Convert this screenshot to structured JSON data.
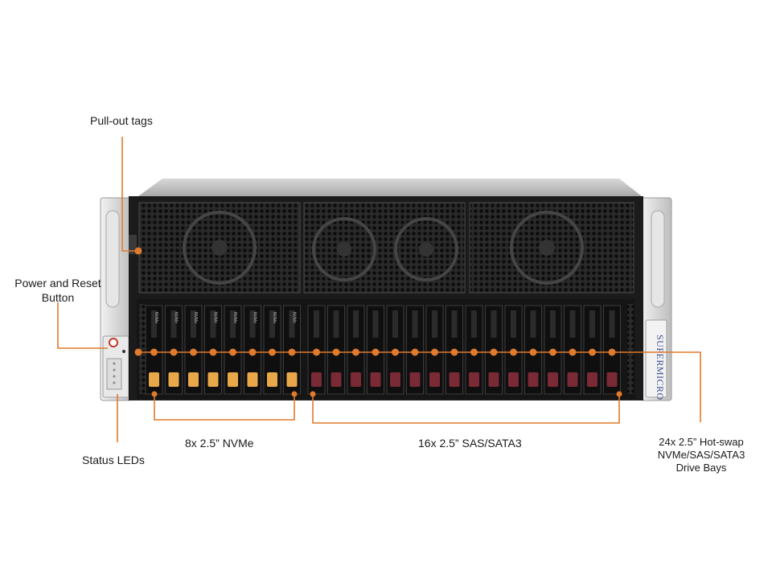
{
  "callouts": {
    "pull_out_tags": "Pull-out tags",
    "power_reset_line1": "Power and Reset",
    "power_reset_line2": "Button",
    "status_leds": "Status LEDs",
    "nvme_group": "8x 2.5” NVMe",
    "sas_group": "16x 2.5” SAS/SATA3",
    "bays_line1": "24x 2.5” Hot-swap",
    "bays_line2": "NVMe/SAS/SATA3",
    "bays_line3": "Drive Bays"
  },
  "server": {
    "brand_logo": "SUPERMICRO",
    "nvme_bay_label": "NVMe",
    "nvme_bay_count": 8,
    "sas_bay_count": 16
  },
  "colors": {
    "callout_line": "#e07a2c",
    "nvme_tray_latch": "#e8a84a",
    "sas_tray_latch": "#7a2a35",
    "chassis_dark": "#1b1b1b",
    "chassis_silver": "#cfcfcf"
  }
}
